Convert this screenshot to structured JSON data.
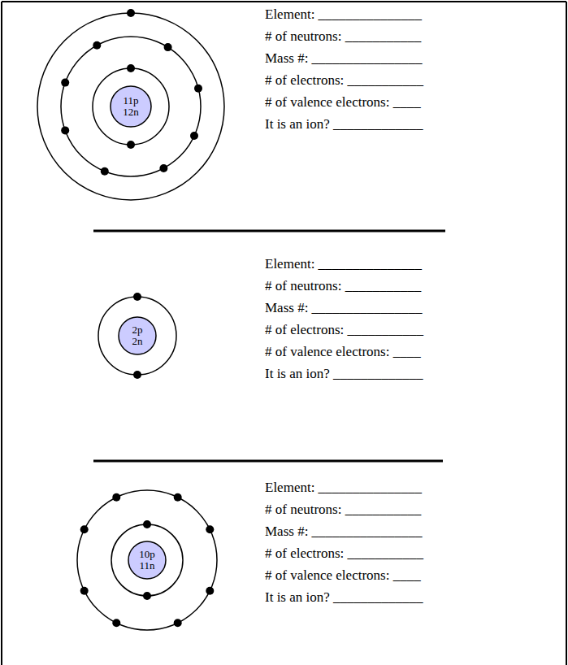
{
  "diagram": {
    "nodes": [
      {
        "text": [
          "11p",
          "12n"
        ]
      },
      {
        "text": [
          "2p",
          "2n"
        ]
      },
      {
        "text": [
          "10p",
          "11n"
        ]
      }
    ],
    "labels": [
      "Element: _______________",
      "# of neutrons: ___________",
      "Mass #: ________________",
      "# of electrons: ___________",
      "# of valence electrons: ____",
      "It is an ion? _____________",
      "Element: _______________",
      "# of neutrons: ___________",
      "Mass #: ________________",
      "# of electrons: ___________",
      "# of valence electrons: ____",
      "It is an ion? _____________",
      "Element: _______________",
      "# of neutrons: ___________",
      "Mass #: ________________",
      "# of electrons: ___________",
      "# of valence electrons: ____",
      "It is an ion? _____________"
    ]
  }
}
